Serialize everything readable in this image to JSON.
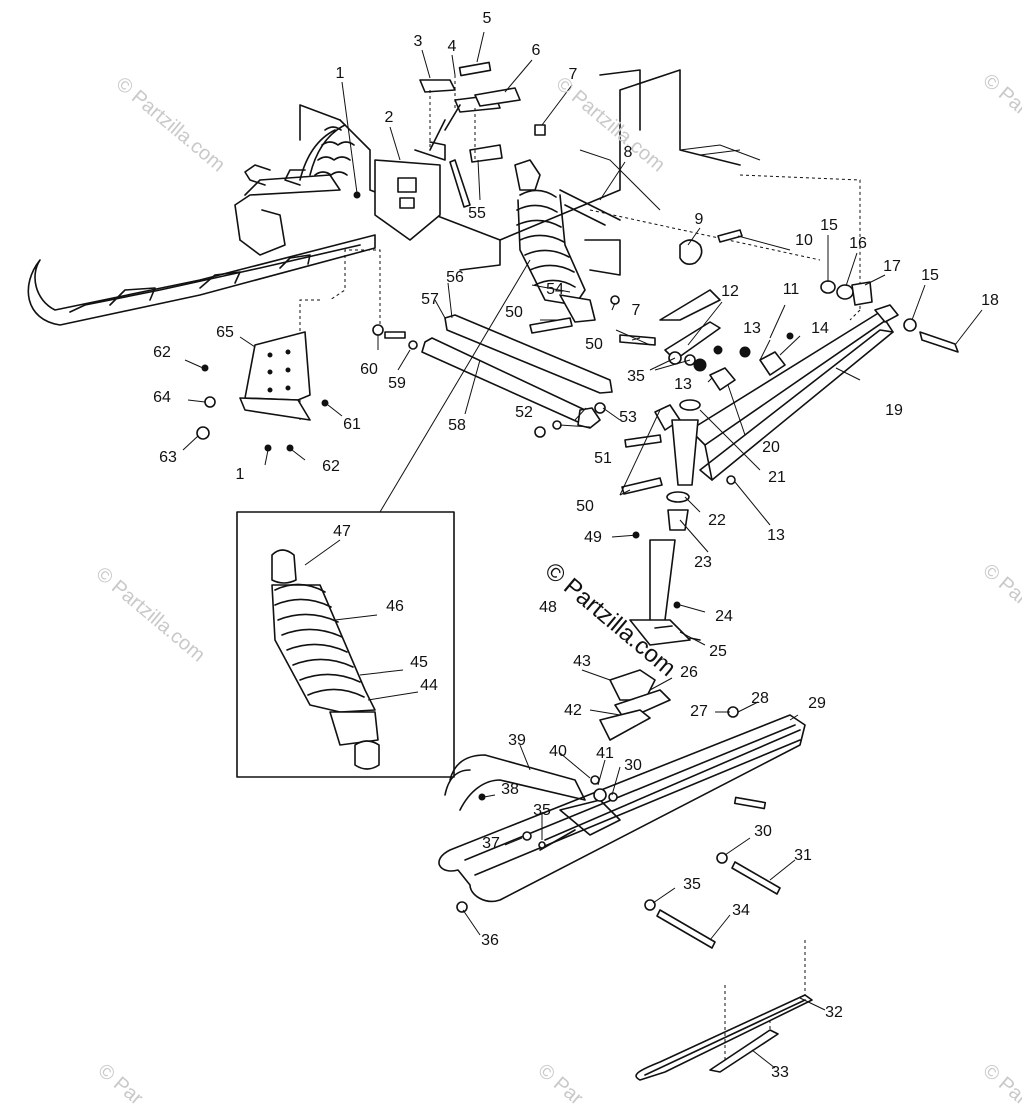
{
  "watermark": {
    "main": "© Partzilla.com",
    "tile": "© Partzilla.com",
    "tile_cut": "© Par"
  },
  "callouts": [
    {
      "id": "c1a",
      "text": "1"
    },
    {
      "id": "c2",
      "text": "2"
    },
    {
      "id": "c3",
      "text": "3"
    },
    {
      "id": "c4",
      "text": "4"
    },
    {
      "id": "c5",
      "text": "5"
    },
    {
      "id": "c6",
      "text": "6"
    },
    {
      "id": "c7a",
      "text": "7"
    },
    {
      "id": "c8",
      "text": "8"
    },
    {
      "id": "c9",
      "text": "9"
    },
    {
      "id": "c10",
      "text": "10"
    },
    {
      "id": "c15a",
      "text": "15"
    },
    {
      "id": "c16",
      "text": "16"
    },
    {
      "id": "c17",
      "text": "17"
    },
    {
      "id": "c15b",
      "text": "15"
    },
    {
      "id": "c18",
      "text": "18"
    },
    {
      "id": "c55",
      "text": "55"
    },
    {
      "id": "c56",
      "text": "56"
    },
    {
      "id": "c57",
      "text": "57"
    },
    {
      "id": "c54",
      "text": "54"
    },
    {
      "id": "c7b",
      "text": "7"
    },
    {
      "id": "c12",
      "text": "12"
    },
    {
      "id": "c11",
      "text": "11"
    },
    {
      "id": "c50a",
      "text": "50"
    },
    {
      "id": "c50b",
      "text": "50"
    },
    {
      "id": "c13a",
      "text": "13"
    },
    {
      "id": "c14",
      "text": "14"
    },
    {
      "id": "c35a",
      "text": "35"
    },
    {
      "id": "c13b",
      "text": "13"
    },
    {
      "id": "c65",
      "text": "65"
    },
    {
      "id": "c62a",
      "text": "62"
    },
    {
      "id": "c60",
      "text": "60"
    },
    {
      "id": "c59",
      "text": "59"
    },
    {
      "id": "c64",
      "text": "64"
    },
    {
      "id": "c61",
      "text": "61"
    },
    {
      "id": "c63",
      "text": "63"
    },
    {
      "id": "c1b",
      "text": "1"
    },
    {
      "id": "c62b",
      "text": "62"
    },
    {
      "id": "c58",
      "text": "58"
    },
    {
      "id": "c52",
      "text": "52"
    },
    {
      "id": "c53",
      "text": "53"
    },
    {
      "id": "c51",
      "text": "51"
    },
    {
      "id": "c19",
      "text": "19"
    },
    {
      "id": "c20",
      "text": "20"
    },
    {
      "id": "c21",
      "text": "21"
    },
    {
      "id": "c50c",
      "text": "50"
    },
    {
      "id": "c22",
      "text": "22"
    },
    {
      "id": "c13c",
      "text": "13"
    },
    {
      "id": "c49",
      "text": "49"
    },
    {
      "id": "c23",
      "text": "23"
    },
    {
      "id": "c47",
      "text": "47"
    },
    {
      "id": "c46",
      "text": "46"
    },
    {
      "id": "c45",
      "text": "45"
    },
    {
      "id": "c44",
      "text": "44"
    },
    {
      "id": "c48",
      "text": "48"
    },
    {
      "id": "c24",
      "text": "24"
    },
    {
      "id": "c25",
      "text": "25"
    },
    {
      "id": "c43",
      "text": "43"
    },
    {
      "id": "c26",
      "text": "26"
    },
    {
      "id": "c42",
      "text": "42"
    },
    {
      "id": "c27",
      "text": "27"
    },
    {
      "id": "c28",
      "text": "28"
    },
    {
      "id": "c29",
      "text": "29"
    },
    {
      "id": "c39",
      "text": "39"
    },
    {
      "id": "c40",
      "text": "40"
    },
    {
      "id": "c41",
      "text": "41"
    },
    {
      "id": "c30a",
      "text": "30"
    },
    {
      "id": "c38",
      "text": "38"
    },
    {
      "id": "c35b",
      "text": "35"
    },
    {
      "id": "c37",
      "text": "37"
    },
    {
      "id": "c30b",
      "text": "30"
    },
    {
      "id": "c31",
      "text": "31"
    },
    {
      "id": "c35c",
      "text": "35"
    },
    {
      "id": "c34",
      "text": "34"
    },
    {
      "id": "c36",
      "text": "36"
    },
    {
      "id": "c32",
      "text": "32"
    },
    {
      "id": "c33",
      "text": "33"
    }
  ]
}
